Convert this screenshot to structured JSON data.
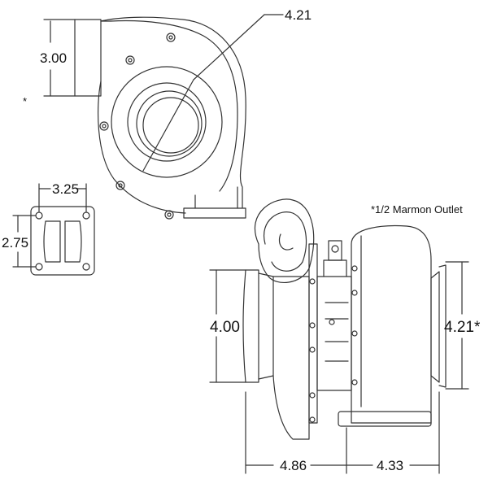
{
  "dimensions": {
    "top_inlet_height": "3.00",
    "top_outlet_diameter": "4.21",
    "flange_width": "3.25",
    "flange_height": "2.75",
    "compressor_inlet": "4.00",
    "turbine_outlet": "4.21*",
    "compressor_length": "4.86",
    "turbine_length": "4.33"
  },
  "notes": {
    "footnote_marker": "*",
    "marmon_outlet": "*1/2 Marmon Outlet"
  },
  "colors": {
    "line": "#333333",
    "background": "#ffffff"
  }
}
